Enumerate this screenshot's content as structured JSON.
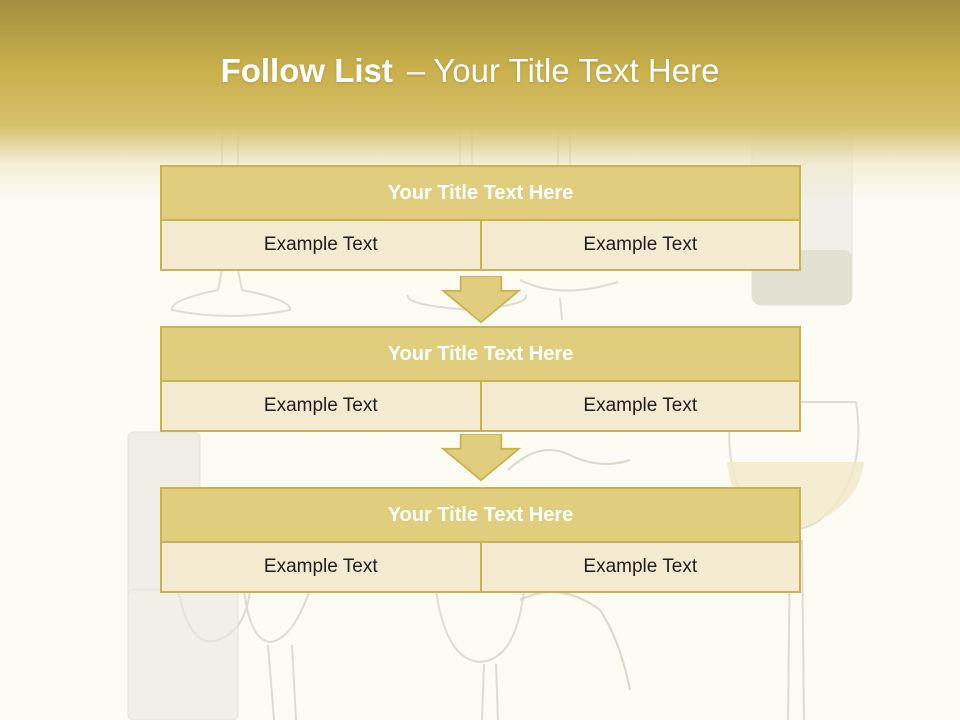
{
  "slide": {
    "title_bold": "Follow List",
    "title_dash": "–",
    "title_rest": "Your Title Text Here"
  },
  "blocks": [
    {
      "title": "Your Title Text Here",
      "cells": [
        "Example Text",
        "Example Text"
      ]
    },
    {
      "title": "Your Title Text Here",
      "cells": [
        "Example Text",
        "Example Text"
      ]
    },
    {
      "title": "Your Title Text Here",
      "cells": [
        "Example Text",
        "Example Text"
      ]
    }
  ],
  "colors": {
    "header_band": "#c9b04c",
    "block_title_fill": "#e0ce7e",
    "block_border": "#c9b34e",
    "cell_fill": "#f3ead0",
    "arrow_fill": "#e0ce7e"
  },
  "icons": [
    "down-arrow-icon"
  ]
}
